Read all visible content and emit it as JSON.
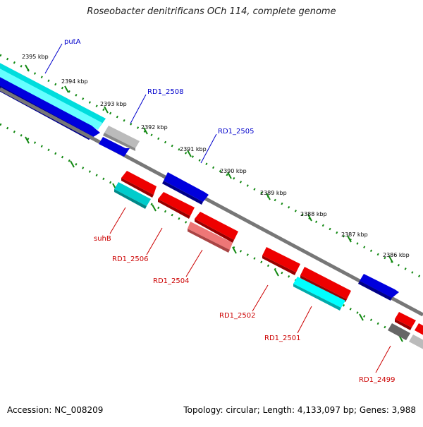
{
  "title": "Roseobacter denitrificans OCh 114, complete genome",
  "footer": {
    "accession": "Accession: NC_008209",
    "summary": "Topology: circular; Length: 4,133,097 bp; Genes: 3,988"
  },
  "ruler_ticks": [
    "2395 kbp",
    "2394 kbp",
    "2393 kbp",
    "2392 kbp",
    "2391 kbp",
    "2390 kbp",
    "2389 kbp",
    "2388 kbp",
    "2387 kbp",
    "2386 kbp"
  ],
  "gene_labels": [
    "putA",
    "RD1_2508",
    "RD1_2505",
    "suhB",
    "RD1_2506",
    "RD1_2504",
    "RD1_2502",
    "RD1_2501",
    "RD1_2499"
  ],
  "colors": {
    "forward_cds": "#0000dd",
    "forward_highlight": "#00ffff",
    "reverse_cds": "#ee0000",
    "reverse_pale": "#ee7777",
    "reverse_highlight": "#00cccc",
    "pseudo": "#bbbbbb",
    "pseudo_dark": "#666666",
    "backbone": "#888888",
    "ruler_dots": "#118811"
  }
}
